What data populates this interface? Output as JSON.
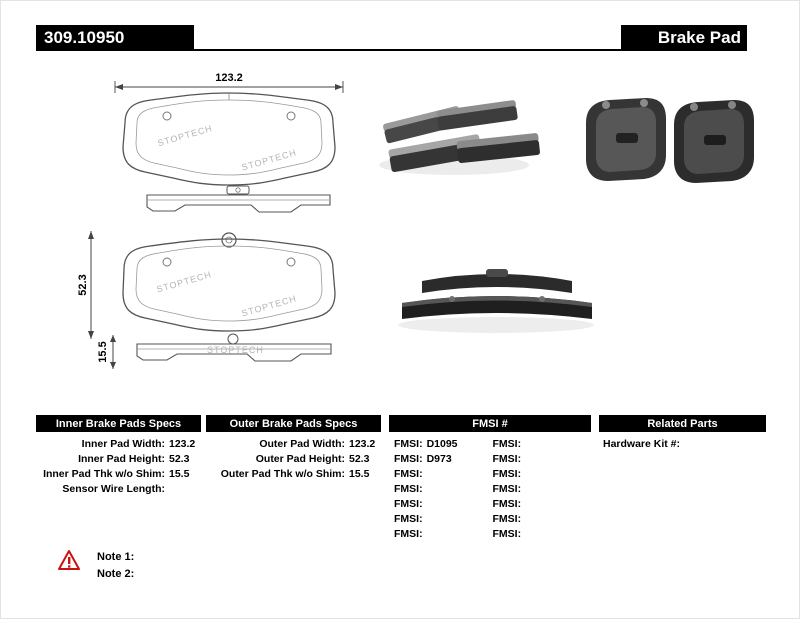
{
  "header": {
    "part_number": "309.10950",
    "product_type": "Brake Pad"
  },
  "drawings": {
    "pad_width": "123.2",
    "pad_height": "52.3",
    "pad_thickness": "15.5",
    "watermark": "STOPTECH"
  },
  "specs": {
    "inner": {
      "title": "Inner Brake Pads Specs",
      "rows": [
        {
          "label": "Inner Pad Width:",
          "value": "123.2"
        },
        {
          "label": "Inner Pad Height:",
          "value": "52.3"
        },
        {
          "label": "Inner Pad Thk w/o Shim:",
          "value": "15.5"
        },
        {
          "label": "Sensor Wire Length:",
          "value": ""
        }
      ]
    },
    "outer": {
      "title": "Outer Brake Pads Specs",
      "rows": [
        {
          "label": "Outer Pad Width:",
          "value": "123.2"
        },
        {
          "label": "Outer Pad Height:",
          "value": "52.3"
        },
        {
          "label": "Outer Pad Thk w/o Shim:",
          "value": "15.5"
        }
      ]
    },
    "fmsi": {
      "title": "FMSI #",
      "rows": [
        {
          "left_label": "FMSI:",
          "left_value": "D1095",
          "right_label": "FMSI:",
          "right_value": ""
        },
        {
          "left_label": "FMSI:",
          "left_value": "D973",
          "right_label": "FMSI:",
          "right_value": ""
        },
        {
          "left_label": "FMSI:",
          "left_value": "",
          "right_label": "FMSI:",
          "right_value": ""
        },
        {
          "left_label": "FMSI:",
          "left_value": "",
          "right_label": "FMSI:",
          "right_value": ""
        },
        {
          "left_label": "FMSI:",
          "left_value": "",
          "right_label": "FMSI:",
          "right_value": ""
        },
        {
          "left_label": "FMSI:",
          "left_value": "",
          "right_label": "FMSI:",
          "right_value": ""
        },
        {
          "left_label": "FMSI:",
          "left_value": "",
          "right_label": "FMSI:",
          "right_value": ""
        }
      ]
    },
    "related": {
      "title": "Related Parts",
      "rows": [
        {
          "label": "Hardware Kit #:",
          "value": ""
        }
      ]
    }
  },
  "notes": {
    "items": [
      {
        "label": "Note 1:"
      },
      {
        "label": "Note 2:"
      }
    ]
  },
  "colors": {
    "header_bg": "#000000",
    "warning": "#cc1111"
  }
}
